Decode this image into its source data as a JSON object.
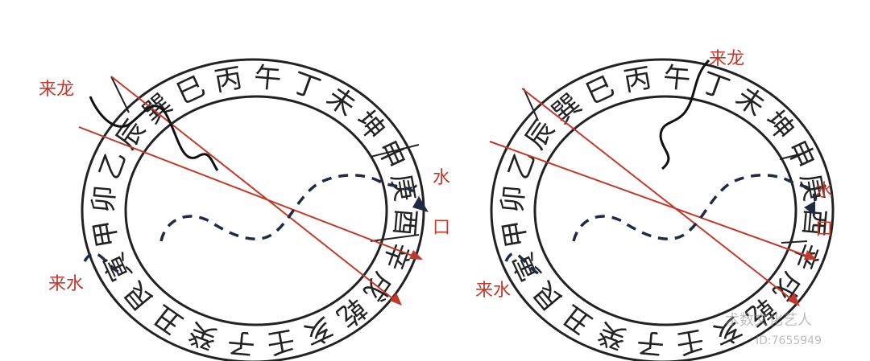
{
  "diagrams": [
    {
      "ring_characters": [
        "甲",
        "卯",
        "乙",
        "辰",
        "巽",
        "巳",
        "丙",
        "午",
        "丁",
        "未",
        "坤",
        "申",
        "庚",
        "酉",
        "辛",
        "戌",
        "乾",
        "亥",
        "壬",
        "子",
        "癸",
        "丑",
        "艮",
        "寅"
      ],
      "labels": {
        "lailong": "来龙",
        "laishui": "来水",
        "shui": "水",
        "kou": "口"
      }
    },
    {
      "ring_characters": [
        "甲",
        "卯",
        "乙",
        "辰",
        "巽",
        "巳",
        "丙",
        "午",
        "丁",
        "未",
        "坤",
        "申",
        "庚",
        "酉",
        "辛",
        "戌",
        "乾",
        "亥",
        "壬",
        "子",
        "癸",
        "丑",
        "艮",
        "寅"
      ],
      "labels": {
        "lailong": "来龙",
        "laishui": "来水",
        "shui": "水",
        "kou": "口"
      }
    }
  ],
  "watermark": {
    "text": "术数文化艺人",
    "id": "ID:7655949"
  },
  "colors": {
    "red": "#c0392b",
    "ink": "#222222",
    "navy": "#1f2a44"
  }
}
